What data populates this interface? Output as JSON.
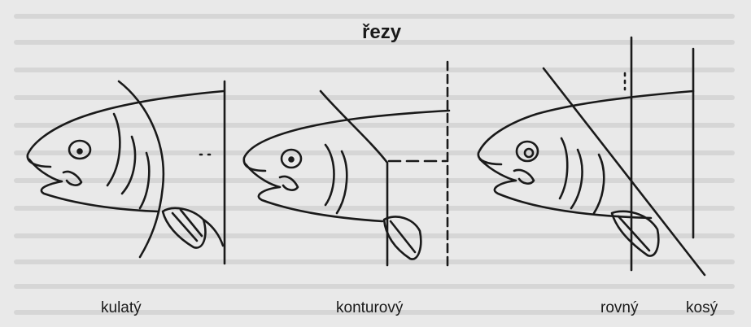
{
  "title": "řezy",
  "captions": {
    "round": "kulatý",
    "contour": "konturový",
    "straight": "rovný",
    "oblique": "kosý"
  },
  "colors": {
    "paper": "#e9e9e9",
    "ink": "#1a1a1a",
    "print_through": "#cfcfcf"
  }
}
